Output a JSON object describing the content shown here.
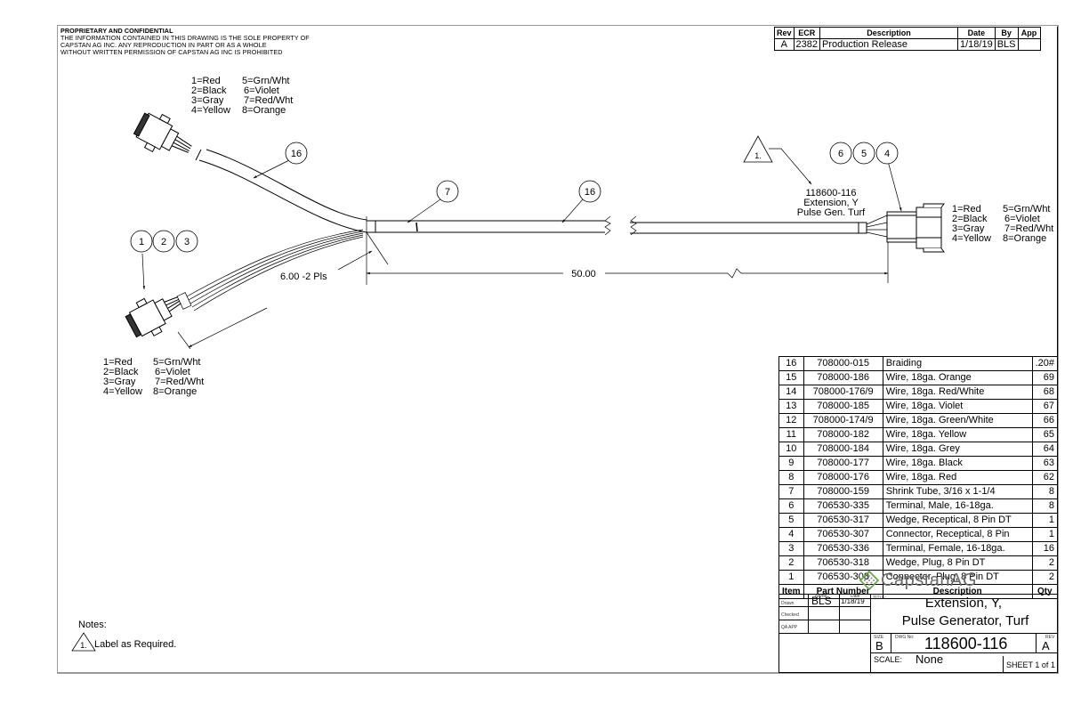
{
  "proprietary": {
    "heading": "PROPRIETARY AND CONFIDENTIAL",
    "lines": [
      "THE INFORMATION CONTAINED IN THIS DRAWING IS THE SOLE PROPERTY OF",
      "CAPSTAN AG INC. ANY REPRODUCTION IN PART OR AS A WHOLE",
      "WITHOUT WRITTEN PERMISSION OF CAPSTAN AG INC IS PROHIBITED"
    ]
  },
  "revision_block": {
    "headers": [
      "Rev",
      "ECR",
      "Description",
      "Date",
      "By",
      "App"
    ],
    "rows": [
      {
        "rev": "A",
        "ecr": "2382",
        "description": "Production Release",
        "date": "1/18/19",
        "by": "BLS",
        "app": ""
      }
    ]
  },
  "pinouts": {
    "upper_connector": [
      "1=Red",
      "2=Black",
      "3=Gray",
      "4=Yellow",
      "5=Grn/Wht",
      "6=Violet",
      "7=Red/Wht",
      "8=Orange"
    ],
    "lower_connector": [
      "1=Red",
      "2=Black",
      "3=Gray",
      "4=Yellow",
      "5=Grn/Wht",
      "6=Violet",
      "7=Red/Wht",
      "8=Orange"
    ],
    "right_connector": [
      "1=Red",
      "2=Black",
      "3=Gray",
      "4=Yellow",
      "5=Grn/Wht",
      "6=Violet",
      "7=Red/Wht",
      "8=Orange"
    ]
  },
  "balloons": {
    "upper_braid": "16",
    "lower_group": [
      "1",
      "2",
      "3"
    ],
    "shrink": "7",
    "trunk_braid": "16",
    "right_group": [
      "6",
      "5",
      "4"
    ]
  },
  "label_callout": {
    "flag": "1.",
    "lines": [
      "118600-116",
      "Extension, Y",
      "Pulse Gen. Turf"
    ]
  },
  "dimensions": {
    "branch": "6.00 -2 Pls",
    "trunk": "50.00"
  },
  "bom": {
    "headers": [
      "Item",
      "Part Number",
      "Description",
      "Qty"
    ],
    "rows": [
      {
        "item": "16",
        "part": "708000-015",
        "desc": "Braiding",
        "qty": ".20#"
      },
      {
        "item": "15",
        "part": "708000-186",
        "desc": "Wire, 18ga. Orange",
        "qty": "69"
      },
      {
        "item": "14",
        "part": "708000-176/9",
        "desc": "Wire, 18ga. Red/White",
        "qty": "68"
      },
      {
        "item": "13",
        "part": "708000-185",
        "desc": "Wire, 18ga. Violet",
        "qty": "67"
      },
      {
        "item": "12",
        "part": "708000-174/9",
        "desc": "Wire, 18ga. Green/White",
        "qty": "66"
      },
      {
        "item": "11",
        "part": "708000-182",
        "desc": "Wire, 18ga. Yellow",
        "qty": "65"
      },
      {
        "item": "10",
        "part": "708000-184",
        "desc": "Wire, 18ga. Grey",
        "qty": "64"
      },
      {
        "item": "9",
        "part": "708000-177",
        "desc": "Wire, 18ga. Black",
        "qty": "63"
      },
      {
        "item": "8",
        "part": "708000-176",
        "desc": "Wire, 18ga. Red",
        "qty": "62"
      },
      {
        "item": "7",
        "part": "708000-159",
        "desc": "Shrink Tube, 3/16 x 1-1/4",
        "qty": "8"
      },
      {
        "item": "6",
        "part": "706530-335",
        "desc": "Terminal, Male, 16-18ga.",
        "qty": "8"
      },
      {
        "item": "5",
        "part": "706530-317",
        "desc": "Wedge, Receptical, 8 Pin DT",
        "qty": "1"
      },
      {
        "item": "4",
        "part": "706530-307",
        "desc": "Connector, Receptical, 8 Pin",
        "qty": "1"
      },
      {
        "item": "3",
        "part": "706530-336",
        "desc": "Terminal, Female, 16-18ga.",
        "qty": "16"
      },
      {
        "item": "2",
        "part": "706530-318",
        "desc": "Wedge, Plug, 8 Pin DT",
        "qty": "2"
      },
      {
        "item": "1",
        "part": "706530-308",
        "desc": "Connector, Plug, 8 Pin DT",
        "qty": "2"
      }
    ]
  },
  "title_block": {
    "logo_text": "CapstanAG",
    "logo_icon": "diamond-grid-logo-icon",
    "brand_color": "#6aa84f",
    "name_label": "Name",
    "date_label": "Date",
    "drawn_label": "Drawn",
    "checked_label": "Checked",
    "qa_label": "QA APP",
    "drawn_by": "BLS",
    "drawn_date": "1/18/19",
    "title_label": "TITLE:",
    "title_lines": [
      "Extension, Y,",
      "Pulse Generator, Turf"
    ],
    "size_label": "SIZE",
    "size": "B",
    "dwg_label": "DWG No:",
    "dwg_no": "118600-116",
    "rev_label": "REV",
    "rev": "A",
    "scale_label": "SCALE:",
    "scale": "None",
    "sheet": "SHEET 1 of 1"
  },
  "notes": {
    "heading": "Notes:",
    "items": [
      {
        "flag": "1.",
        "text": "Label as Required."
      }
    ]
  }
}
